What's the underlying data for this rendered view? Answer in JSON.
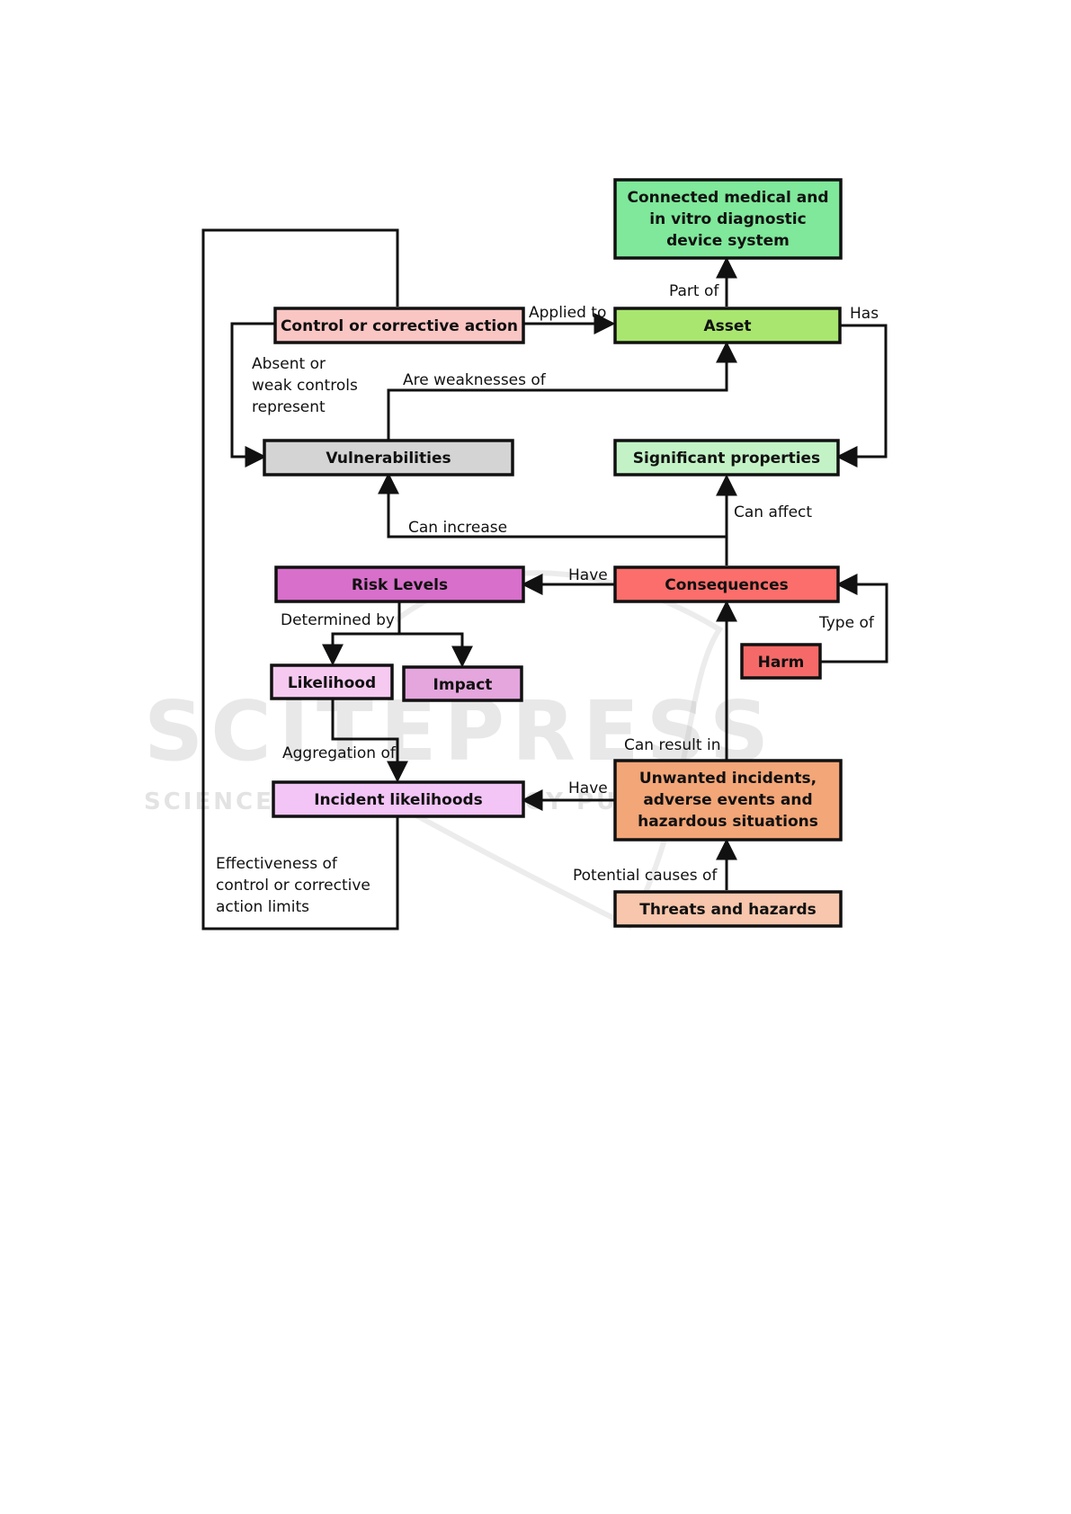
{
  "watermark": {
    "title": "SCITEPRESS",
    "subtitle": "SCIENCE AND TECHNOLOGY PUBLICATIONS"
  },
  "nodes": {
    "connected_system": {
      "lines": [
        "Connected medical and",
        "in vitro diagnostic",
        "device system"
      ],
      "color": "#7fe89a"
    },
    "asset": {
      "lines": [
        "Asset"
      ],
      "color": "#a9e66f"
    },
    "control_action": {
      "lines": [
        "Control or corrective action"
      ],
      "color": "#f9c6c4"
    },
    "vulnerabilities": {
      "lines": [
        "Vulnerabilities"
      ],
      "color": "#d4d4d4"
    },
    "significant_properties": {
      "lines": [
        "Significant properties"
      ],
      "color": "#c3f2c6"
    },
    "risk_levels": {
      "lines": [
        "Risk Levels"
      ],
      "color": "#d86fcb"
    },
    "consequences": {
      "lines": [
        "Consequences"
      ],
      "color": "#fb6e6b"
    },
    "likelihood": {
      "lines": [
        "Likelihood"
      ],
      "color": "#f6caf0"
    },
    "impact": {
      "lines": [
        "Impact"
      ],
      "color": "#e4a6dd"
    },
    "harm": {
      "lines": [
        "Harm"
      ],
      "color": "#f56a68"
    },
    "incident_likelihoods": {
      "lines": [
        "Incident likelihoods"
      ],
      "color": "#f3c4f6"
    },
    "unwanted_incidents": {
      "lines": [
        "Unwanted incidents,",
        "adverse events and",
        "hazardous situations"
      ],
      "color": "#f3a677"
    },
    "threats_hazards": {
      "lines": [
        "Threats and hazards"
      ],
      "color": "#f7c6ac"
    }
  },
  "edges": {
    "part_of": [
      "Part of"
    ],
    "applied_to": [
      "Applied to"
    ],
    "has": [
      "Has"
    ],
    "absent_weak": [
      "Absent or",
      "weak controls",
      "represent"
    ],
    "weaknesses_of": [
      "Are weaknesses of"
    ],
    "can_affect": [
      "Can affect"
    ],
    "can_increase": [
      "Can increase"
    ],
    "have_risk": [
      "Have"
    ],
    "determined_by": [
      "Determined by"
    ],
    "type_of": [
      "Type of"
    ],
    "aggregation_of": [
      "Aggregation of"
    ],
    "can_result_in": [
      "Can result in"
    ],
    "have_incident": [
      "Have"
    ],
    "potential_causes": [
      "Potential causes of"
    ],
    "effectiveness": [
      "Effectiveness of",
      "control or corrective",
      "action limits"
    ]
  }
}
